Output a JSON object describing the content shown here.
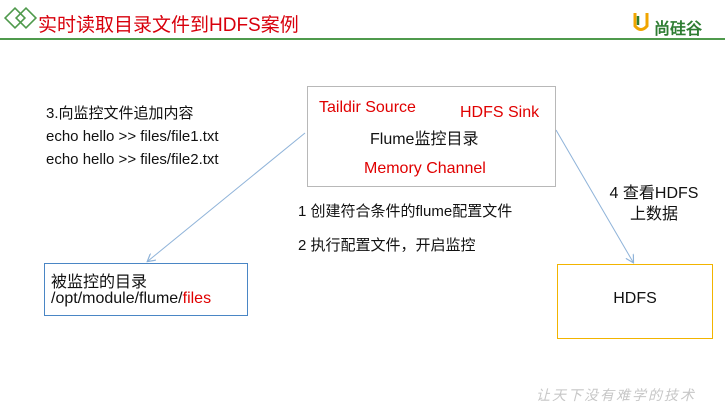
{
  "header": {
    "title": "实时读取目录文件到HDFS案例",
    "logo_text": "尚硅谷"
  },
  "step3": {
    "line1": "3.向监控文件追加内容",
    "line2": "echo hello >> files/file1.txt",
    "line3": "echo hello >> files/file2.txt"
  },
  "flume_box": {
    "source": "Taildir Source",
    "sink": "HDFS Sink",
    "label": "Flume监控目录",
    "channel": "Memory Channel"
  },
  "step1": "1 创建符合条件的flume配置文件",
  "step2": "2 执行配置文件，开启监控",
  "step4": {
    "line1": "4 查看HDFS",
    "line2": "上数据"
  },
  "dir_box": {
    "line1": "被监控的目录",
    "path_prefix": "/opt/module/flume/",
    "path_highlight": "files"
  },
  "hdfs_box": {
    "label": "HDFS"
  },
  "slogan": "让天下没有难学的技术",
  "colors": {
    "accent_red": "#e00000",
    "header_green": "#4f9a4c",
    "arrow_blue": "#8fb3d9",
    "dir_border": "#4a86c5",
    "hdfs_border": "#f2b400"
  }
}
